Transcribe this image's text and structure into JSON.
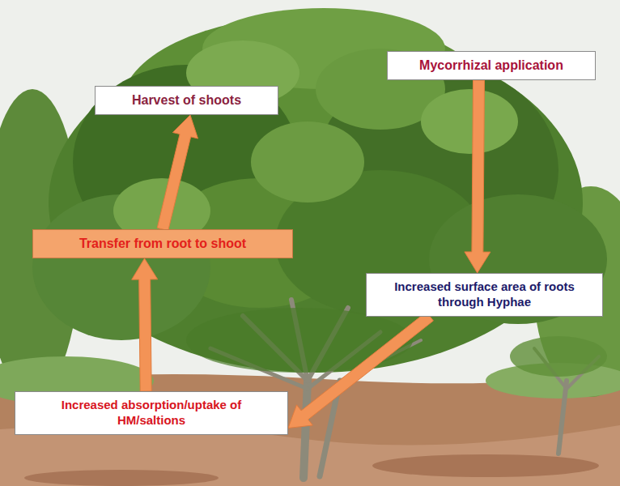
{
  "diagram": {
    "nodes": [
      {
        "text": [
          "Harvest of shoots"
        ]
      },
      {
        "text": [
          "Mycorrhizal application"
        ]
      },
      {
        "text": [
          "Transfer from root to shoot"
        ]
      },
      {
        "text": [
          "Increased surface area of roots through Hyphae"
        ]
      },
      {
        "text": [
          "Increased absorption/uptake of HM/saltions"
        ]
      }
    ],
    "edges": [
      {
        "from": 1,
        "to": 3,
        "arrow": "to"
      },
      {
        "from": 3,
        "to": 4,
        "arrow": "to"
      },
      {
        "from": 4,
        "to": 2,
        "arrow": "to"
      },
      {
        "from": 2,
        "to": 0,
        "arrow": "to"
      }
    ]
  }
}
